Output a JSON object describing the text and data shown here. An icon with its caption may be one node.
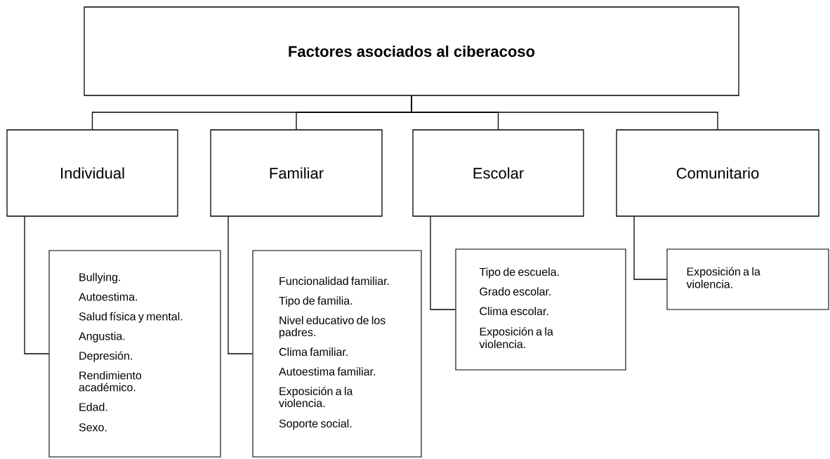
{
  "diagram": {
    "nodes": [
      {
        "text": [
          "Factores asociados al ciberacoso"
        ]
      },
      {
        "text": [
          "Individual"
        ]
      },
      {
        "text": [
          "Familiar"
        ]
      },
      {
        "text": [
          "Escolar"
        ]
      },
      {
        "text": [
          "Comunitario"
        ]
      },
      {
        "text": [
          "Bullying.",
          "Autoestima.",
          "Salud física y mental.",
          "Angustia.",
          "Depresión.",
          "Rendimiento académico.",
          "Edad.",
          "Sexo."
        ]
      },
      {
        "text": [
          "Funcionalidad familiar.",
          "Tipo de familia.",
          "Nivel educativo de los padres.",
          "Clima familiar.",
          "Autoestima familiar.",
          "Exposición a la violencia.",
          "Soporte social."
        ]
      },
      {
        "text": [
          "Tipo de escuela.",
          "Grado escolar.",
          "Clima escolar.",
          "Exposición a la violencia."
        ]
      },
      {
        "text": [
          "Exposición a la violencia."
        ]
      }
    ],
    "edges": [
      {
        "from": 0,
        "to": 1,
        "arrow": "none"
      },
      {
        "from": 0,
        "to": 2,
        "arrow": "none"
      },
      {
        "from": 0,
        "to": 3,
        "arrow": "none"
      },
      {
        "from": 0,
        "to": 4,
        "arrow": "none"
      },
      {
        "from": 1,
        "to": 5,
        "arrow": "none"
      },
      {
        "from": 2,
        "to": 6,
        "arrow": "none"
      },
      {
        "from": 3,
        "to": 7,
        "arrow": "none"
      },
      {
        "from": 4,
        "to": 8,
        "arrow": "none"
      }
    ]
  }
}
